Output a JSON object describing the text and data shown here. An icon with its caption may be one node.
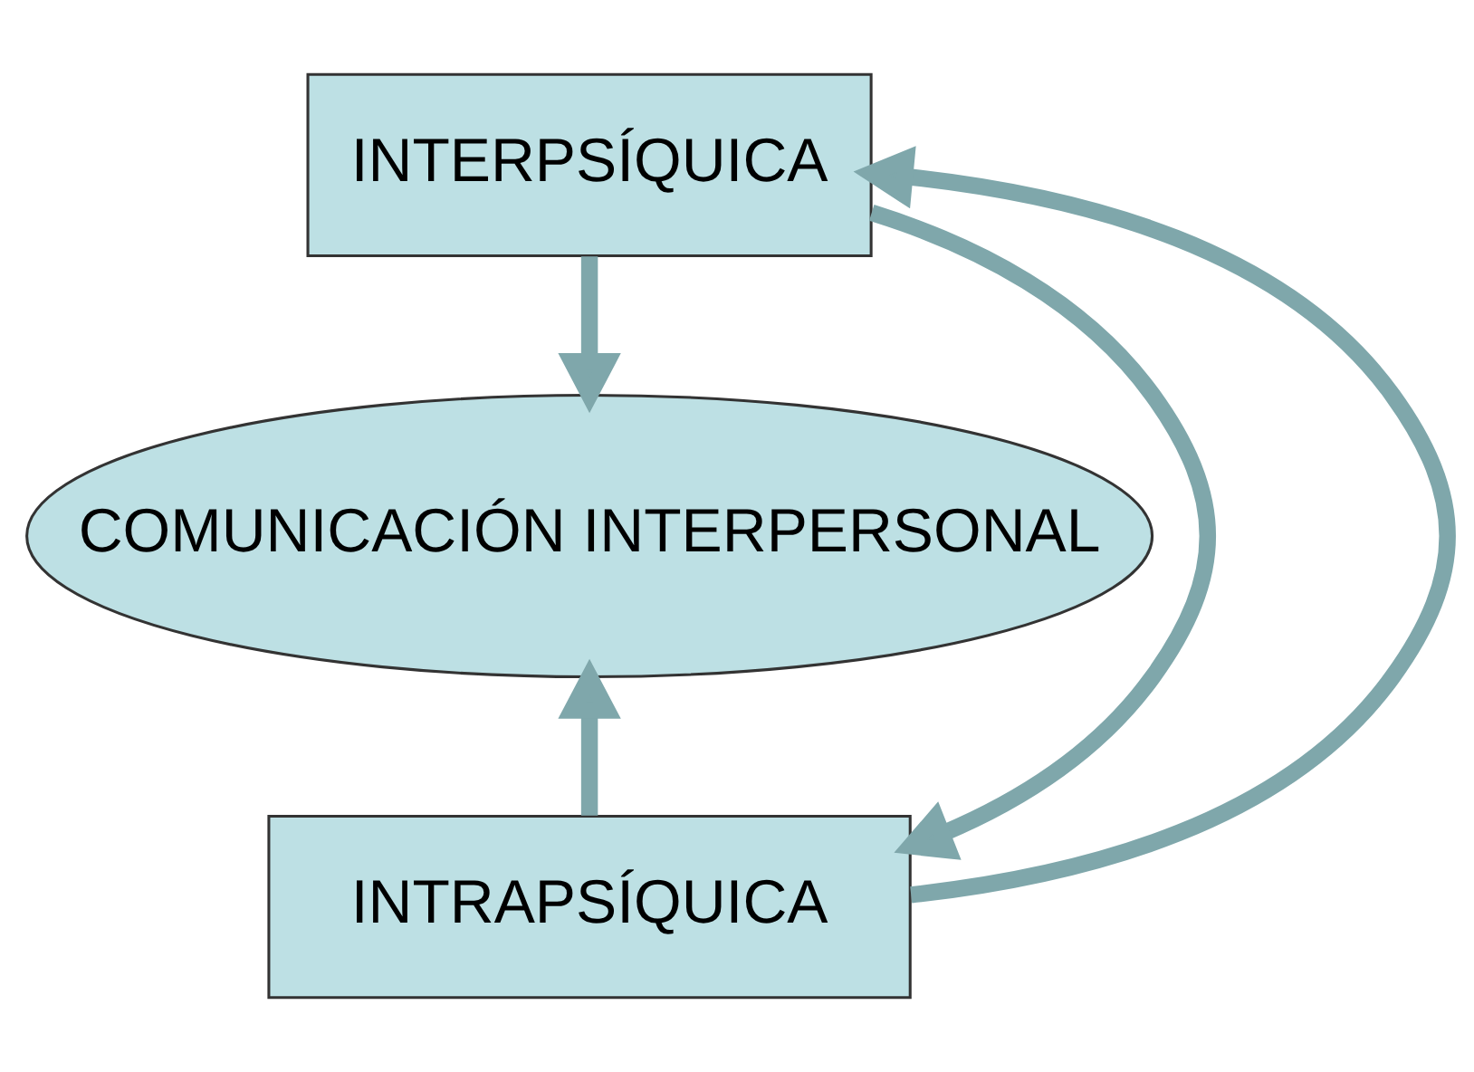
{
  "diagram": {
    "nodes": [
      {
        "text": [
          "INTERPSÍQUICA"
        ]
      },
      {
        "text": [
          "COMUNICACIÓN INTERPERSONAL"
        ]
      },
      {
        "text": [
          "INTRAPSÍQUICA"
        ]
      }
    ],
    "edges": [
      {
        "from": 0,
        "to": 1,
        "arrow": "to"
      },
      {
        "from": 2,
        "to": 1,
        "arrow": "to"
      },
      {
        "from": 0,
        "to": 2,
        "arrow": "to"
      },
      {
        "from": 2,
        "to": 0,
        "arrow": "to"
      }
    ]
  }
}
